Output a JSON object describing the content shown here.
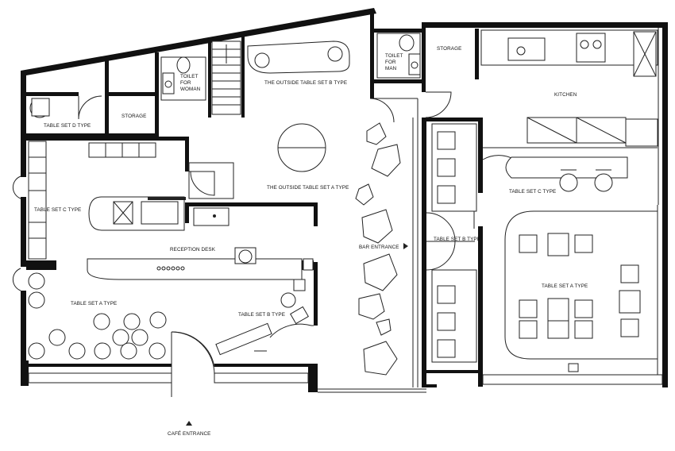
{
  "labels": {
    "table_d": "TABLE SET D TYPE",
    "storage_left": "STORAGE",
    "toilet_woman": [
      "TOILET",
      "FOR",
      "WOMAN"
    ],
    "outside_b": "THE OUTSIDE TABLE SET B TYPE",
    "toilet_man": [
      "TOILET",
      "FOR",
      "MAN"
    ],
    "storage_right": "STORAGE",
    "kitchen": "KITCHEN",
    "outside_a": "THE OUTSIDE TABLE SET A TYPE",
    "table_c_left": "TABLE SET C TYPE",
    "table_c_right": "TABLE SET C TYPE",
    "reception": "RECEPTION DESK",
    "bar_entrance": "BAR ENTRANCE",
    "table_b_bar": "TABLE SET B TYPE",
    "table_a_left": "TABLE SET A TYPE",
    "table_b_cafe": "TABLE SET B TYPE",
    "table_a_right": "TABLE SET A TYPE",
    "cafe_entrance": "CAFÉ ENTRANCE"
  }
}
